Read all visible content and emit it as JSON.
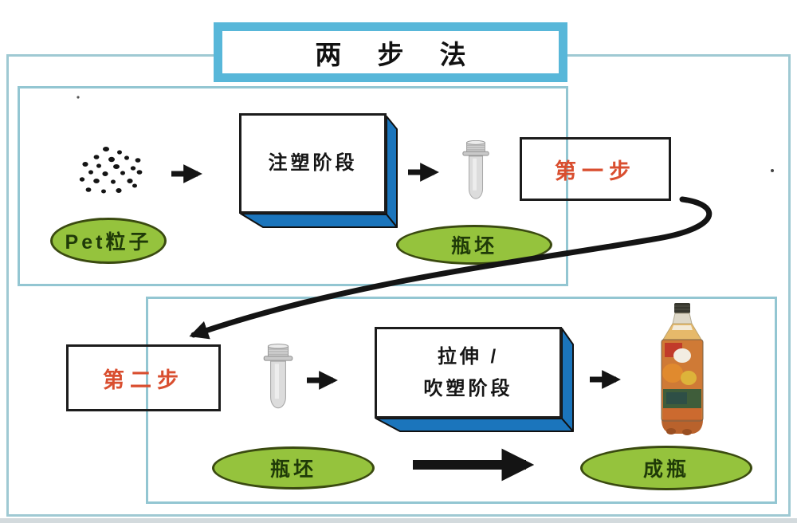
{
  "title": "两 步 法",
  "colors": {
    "titleBorder": "#58b7d9",
    "sectionBorder": "#93c6d2",
    "outerBorder": "#9fc9d3",
    "boxBorder": "#1c1c1c",
    "extrudeBlue": "#1b75bc",
    "ellipseGreen": "#95c33d",
    "ellipseBorder": "#3a4a10",
    "ellipseText": "#1f3a08",
    "stepText": "#d94e2f",
    "arrowBlack": "#141414"
  },
  "step1": {
    "label": "第一步",
    "input": "Pet粒子",
    "process": "注塑阶段",
    "output": "瓶坯"
  },
  "step2": {
    "label": "第二步",
    "process_line1": "拉伸 /",
    "process_line2": "吹塑阶段",
    "input": "瓶坯",
    "output": "成瓶"
  }
}
